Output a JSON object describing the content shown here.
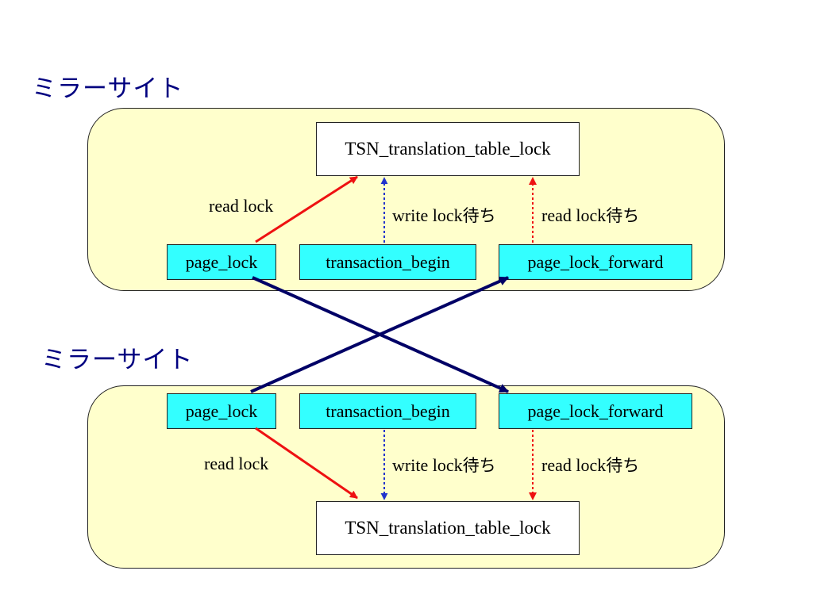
{
  "colors": {
    "panel": "#ffffcc",
    "process_box": "#33ffff",
    "title": "#000080",
    "read_lock_arrow": "#ee1111",
    "write_wait_arrow": "#2233cc",
    "read_wait_arrow": "#ee1111",
    "cross_arrow": "#000066"
  },
  "top_site": {
    "title": "ミラーサイト",
    "table_lock": "TSN_translation_table_lock",
    "page_lock": "page_lock",
    "transaction_begin": "transaction_begin",
    "page_lock_forward": "page_lock_forward",
    "read_lock_label": "read lock",
    "write_wait_text": "write lock",
    "write_wait_jp": "待ち",
    "read_wait_text": "read lock",
    "read_wait_jp": "待ち"
  },
  "bottom_site": {
    "title": "ミラーサイト",
    "table_lock": "TSN_translation_table_lock",
    "page_lock": "page_lock",
    "transaction_begin": "transaction_begin",
    "page_lock_forward": "page_lock_forward",
    "read_lock_label": "read lock",
    "write_wait_text": "write lock",
    "write_wait_jp": "待ち",
    "read_wait_text": "read lock",
    "read_wait_jp": "待ち"
  }
}
